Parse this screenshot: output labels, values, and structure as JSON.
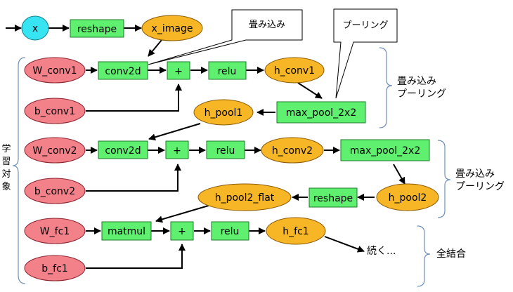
{
  "nodes": {
    "x": "x",
    "reshape1": "reshape",
    "x_image": "x_image",
    "w_conv1": "W_conv1",
    "conv2d1": "conv2d",
    "plus1": "+",
    "relu1": "relu",
    "h_conv1": "h_conv1",
    "b_conv1": "b_conv1",
    "h_pool1": "h_pool1",
    "max_pool1": "max_pool_2x2",
    "w_conv2": "W_conv2",
    "conv2d2": "conv2d",
    "plus2": "+",
    "relu2": "relu",
    "h_conv2": "h_conv2",
    "max_pool2": "max_pool_2x2",
    "b_conv2": "b_conv2",
    "h_pool2_flat": "h_pool2_flat",
    "reshape2": "reshape",
    "h_pool2": "h_pool2",
    "w_fc1": "W_fc1",
    "matmul": "matmul",
    "plus3": "+",
    "relu3": "relu",
    "h_fc1": "h_fc1",
    "b_fc1": "b_fc1",
    "continue": "続く..."
  },
  "callouts": {
    "conv": "畳み込み",
    "pool": "プーリング"
  },
  "groups": {
    "group1_line1": "畳み込み",
    "group1_line2": "プーリング",
    "group2_line1": "畳み込み",
    "group2_line2": "プーリング",
    "group3": "全結合",
    "trainable": [
      "学",
      "習",
      "対",
      "象"
    ]
  },
  "colors": {
    "op_box": "#5ef06e",
    "variable": "#f3818a",
    "tensor": "#f7b626",
    "input": "#37e4f2"
  }
}
